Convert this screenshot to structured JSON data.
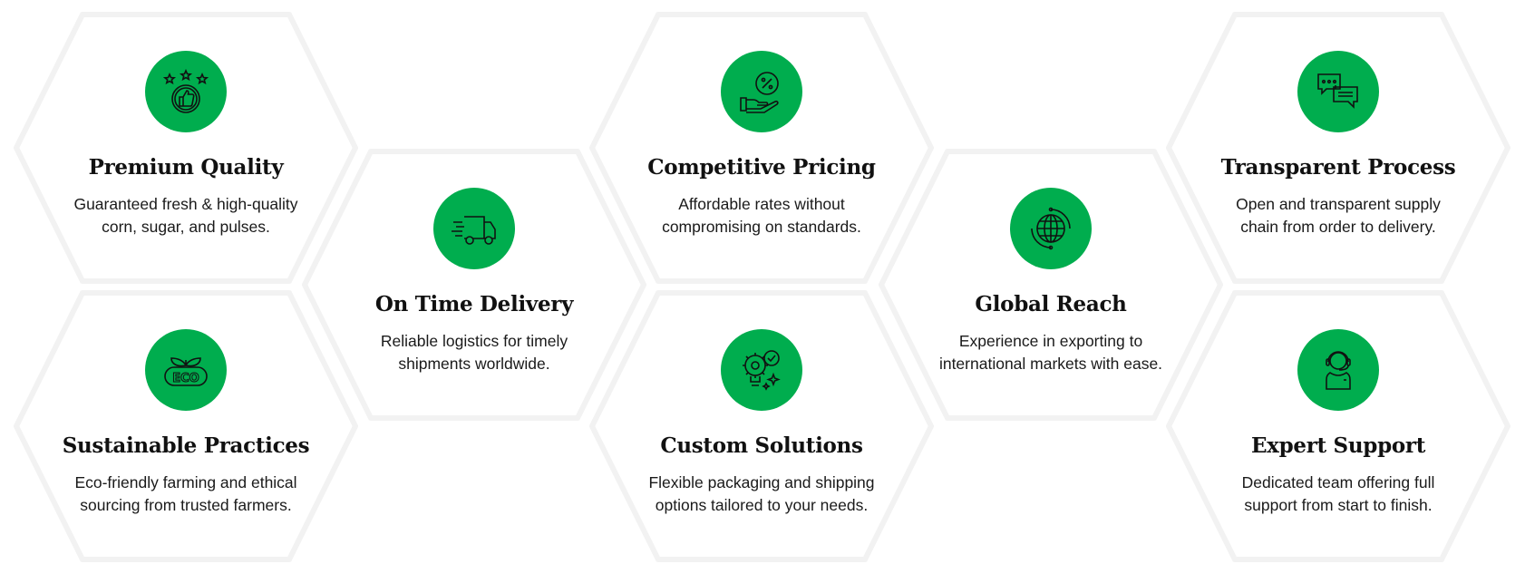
{
  "accent_color": "#00ad4e",
  "features": [
    {
      "id": "premium-quality",
      "icon": "thumbs-up-stars-icon",
      "title": "Premium Quality",
      "lines": [
        "Guaranteed fresh & high-quality",
        "corn, sugar, and pulses."
      ]
    },
    {
      "id": "on-time-delivery",
      "icon": "delivery-truck-icon",
      "title": "On Time Delivery",
      "lines": [
        "Reliable logistics for timely",
        "shipments worldwide."
      ]
    },
    {
      "id": "competitive-pricing",
      "icon": "hand-discount-icon",
      "title": "Competitive Pricing",
      "lines": [
        "Affordable rates without",
        "compromising on standards."
      ]
    },
    {
      "id": "global-reach",
      "icon": "globe-icon",
      "title": "Global Reach",
      "lines": [
        "Experience in exporting to",
        "international markets with ease."
      ]
    },
    {
      "id": "transparent-process",
      "icon": "chat-bubbles-icon",
      "title": "Transparent Process",
      "lines": [
        "Open and transparent supply",
        "chain from order to delivery."
      ]
    },
    {
      "id": "sustainable-practices",
      "icon": "eco-leaf-icon",
      "title": "Sustainable Practices",
      "lines": [
        "Eco-friendly farming and ethical",
        "sourcing from trusted farmers."
      ]
    },
    {
      "id": "custom-solutions",
      "icon": "gear-bulb-check-icon",
      "title": "Custom Solutions",
      "lines": [
        "Flexible packaging and shipping",
        "options tailored to your needs."
      ]
    },
    {
      "id": "expert-support",
      "icon": "headset-agent-icon",
      "title": "Expert Support",
      "lines": [
        "Dedicated team offering full",
        "support from start to finish."
      ]
    }
  ]
}
